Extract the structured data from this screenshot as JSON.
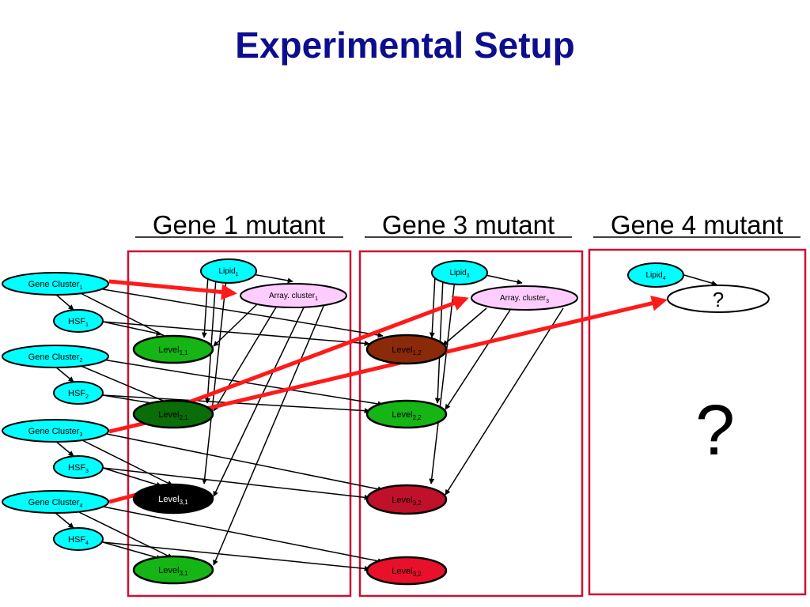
{
  "title": "Experimental Setup",
  "columns": [
    "Gene 1 mutant",
    "Gene 3 mutant",
    "Gene 4 mutant"
  ],
  "inputs": {
    "gene_clusters": [
      {
        "base": "Gene Cluster",
        "sub": "1"
      },
      {
        "base": "Gene Cluster",
        "sub": "2"
      },
      {
        "base": "Gene Cluster",
        "sub": "3"
      },
      {
        "base": "Gene Cluster",
        "sub": "4"
      }
    ],
    "hsf": [
      {
        "base": "HSF",
        "sub": "1"
      },
      {
        "base": "HSF",
        "sub": "2"
      },
      {
        "base": "HSF",
        "sub": "3"
      },
      {
        "base": "HSF",
        "sub": "4"
      }
    ]
  },
  "gene1": {
    "lipid": {
      "base": "Lipid",
      "sub": "1"
    },
    "array": {
      "base": "Array. cluster",
      "sub": "1"
    },
    "levels": [
      {
        "base": "Level",
        "sub": "1,1"
      },
      {
        "base": "Level",
        "sub": "2,1"
      },
      {
        "base": "Level",
        "sub": "3,1"
      },
      {
        "base": "Level",
        "sub": "3,1"
      }
    ]
  },
  "gene3": {
    "lipid": {
      "base": "Lipid",
      "sub": "3"
    },
    "array": {
      "base": "Array. cluster",
      "sub": "3"
    },
    "levels": [
      {
        "base": "Level",
        "sub": "1,2"
      },
      {
        "base": "Level",
        "sub": "2,2"
      },
      {
        "base": "Level",
        "sub": "3,2"
      },
      {
        "base": "Level",
        "sub": "3,2"
      }
    ]
  },
  "gene4": {
    "lipid": {
      "base": "Lipid",
      "sub": "4"
    },
    "unknown_node": "?",
    "unknown_big": "?"
  },
  "colors": {
    "title": "#0d0d8f",
    "cyan": "#00ffff",
    "pink": "#ffccff",
    "box_border": "#cc1133",
    "red_arrow": "#ff1a1a",
    "level_bright_green": "#14b514",
    "level_dark_green": "#0a6d0a",
    "level_brown": "#8b2a08",
    "level_crimson": "#c0102a",
    "level_red": "#e8102a",
    "level_black": "#000000"
  }
}
